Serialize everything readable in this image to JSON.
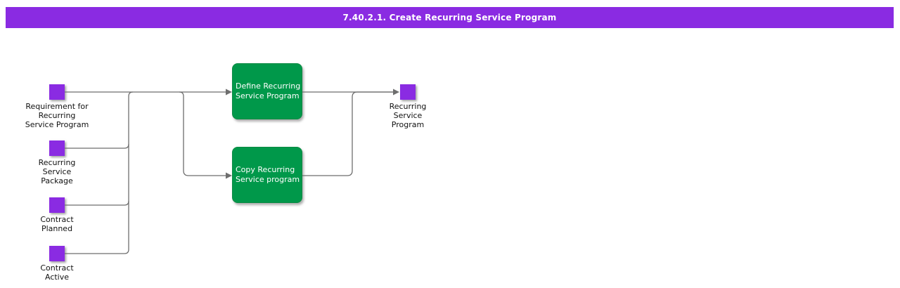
{
  "title_bar": {
    "text": "7.40.2.1. Create Recurring Service Program"
  },
  "colors": {
    "accent_purple": "#8A2BE2",
    "activity_green": "#00984A",
    "line_gray": "#6E6E6E",
    "label_text": "#111111",
    "activity_text": "#FFFFFF",
    "page_bg": "#FFFFFF"
  },
  "diagram": {
    "inputs": [
      {
        "label": "Requirement for\nRecurring\nService Program"
      },
      {
        "label": "Recurring\nService\nPackage"
      },
      {
        "label": "Contract\nPlanned"
      },
      {
        "label": "Contract\nActive"
      }
    ],
    "activities": [
      {
        "label": "Define Recurring\nService Program"
      },
      {
        "label": "Copy Recurring\nService program"
      }
    ],
    "outputs": [
      {
        "label": "Recurring\nService\nProgram"
      }
    ]
  }
}
